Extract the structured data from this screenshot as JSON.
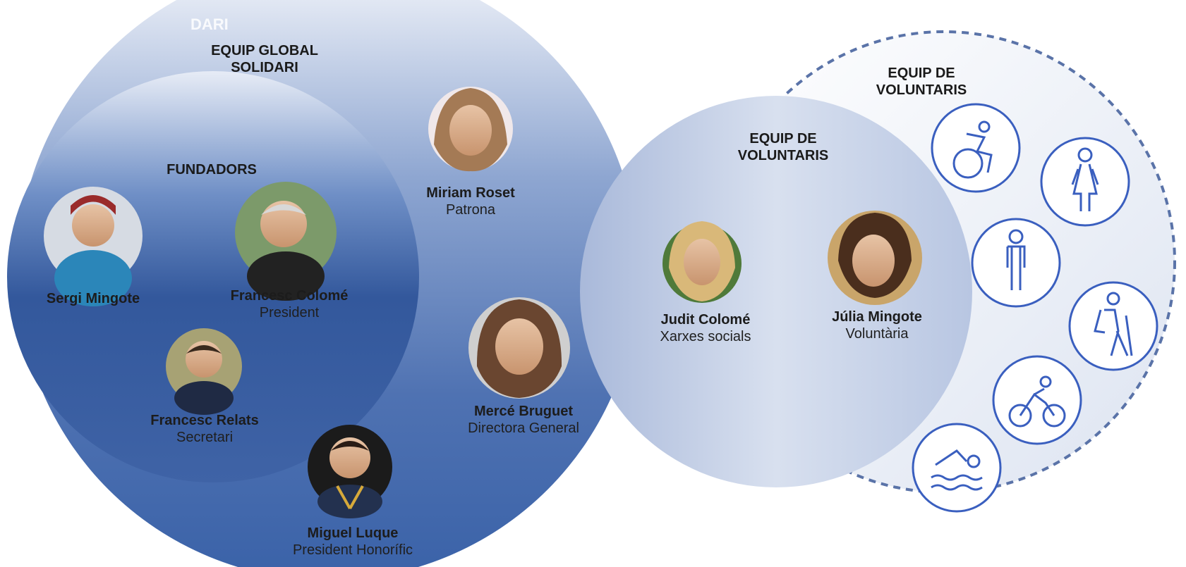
{
  "ghost_text": "DARI",
  "global_team": {
    "title_line1": "EQUIP GLOBAL",
    "title_line2": "SOLIDARI"
  },
  "founders": {
    "title": "FUNDADORS"
  },
  "volunteers_inner": {
    "title_line1": "EQUIP DE",
    "title_line2": "VOLUNTARIS"
  },
  "volunteers_outer": {
    "title_line1": "EQUIP DE",
    "title_line2": "VOLUNTARIS"
  },
  "people": [
    {
      "id": "sergi-mingote",
      "name": "Sergi Mingote",
      "role": ""
    },
    {
      "id": "francesc-colome",
      "name": "Francesc Colomé",
      "role": "President"
    },
    {
      "id": "francesc-relats",
      "name": "Francesc Relats",
      "role": "Secretari"
    },
    {
      "id": "miguel-luque",
      "name": "Miguel Luque",
      "role": "President Honorífic"
    },
    {
      "id": "miriam-roset",
      "name": "Miriam Roset",
      "role": "Patrona"
    },
    {
      "id": "merce-bruguet",
      "name": "Mercé Bruguet",
      "role": "Directora General"
    },
    {
      "id": "judit-colome",
      "name": "Judit Colomé",
      "role": "Xarxes socials"
    },
    {
      "id": "julia-mingote",
      "name": "Júlia Mingote",
      "role": "Voluntària"
    }
  ],
  "volunteer_icons": [
    "wheelchair-icon",
    "woman-icon",
    "man-icon",
    "hiker-icon",
    "cyclist-icon",
    "swimmer-icon"
  ],
  "colors": {
    "dark_blue": "#2f5a9e",
    "mid_blue": "#5b7fb8",
    "light_blue": "#c8d4e8",
    "icon_stroke": "#3a5fbf",
    "dashed": "#5a73a8"
  }
}
